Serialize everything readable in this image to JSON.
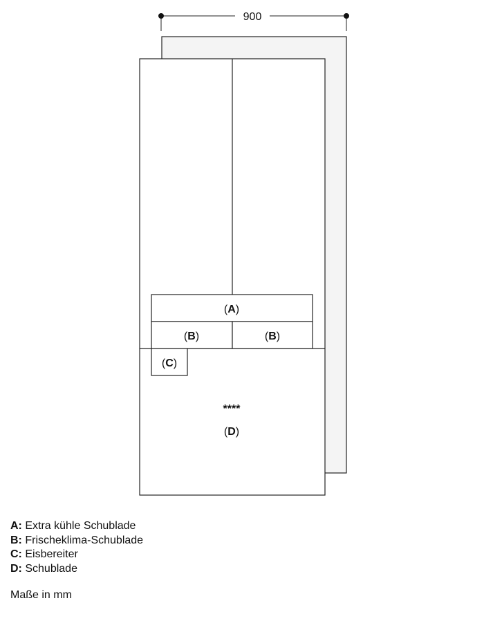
{
  "dimension": {
    "width_label": "900"
  },
  "compartments": {
    "a": {
      "letter": "A"
    },
    "b_left": {
      "letter": "B"
    },
    "b_right": {
      "letter": "B"
    },
    "c": {
      "letter": "C"
    },
    "d": {
      "letter": "D",
      "star_rating": "****"
    }
  },
  "legend": [
    {
      "key": "A:",
      "text": "Extra kühle Schublade"
    },
    {
      "key": "B:",
      "text": "Frischeklima-Schublade"
    },
    {
      "key": "C:",
      "text": "Eisbereiter"
    },
    {
      "key": "D:",
      "text": "Schublade"
    }
  ],
  "units_note": "Maße in mm",
  "colors": {
    "line": "#222222",
    "back_panel": "#f4f4f4"
  }
}
